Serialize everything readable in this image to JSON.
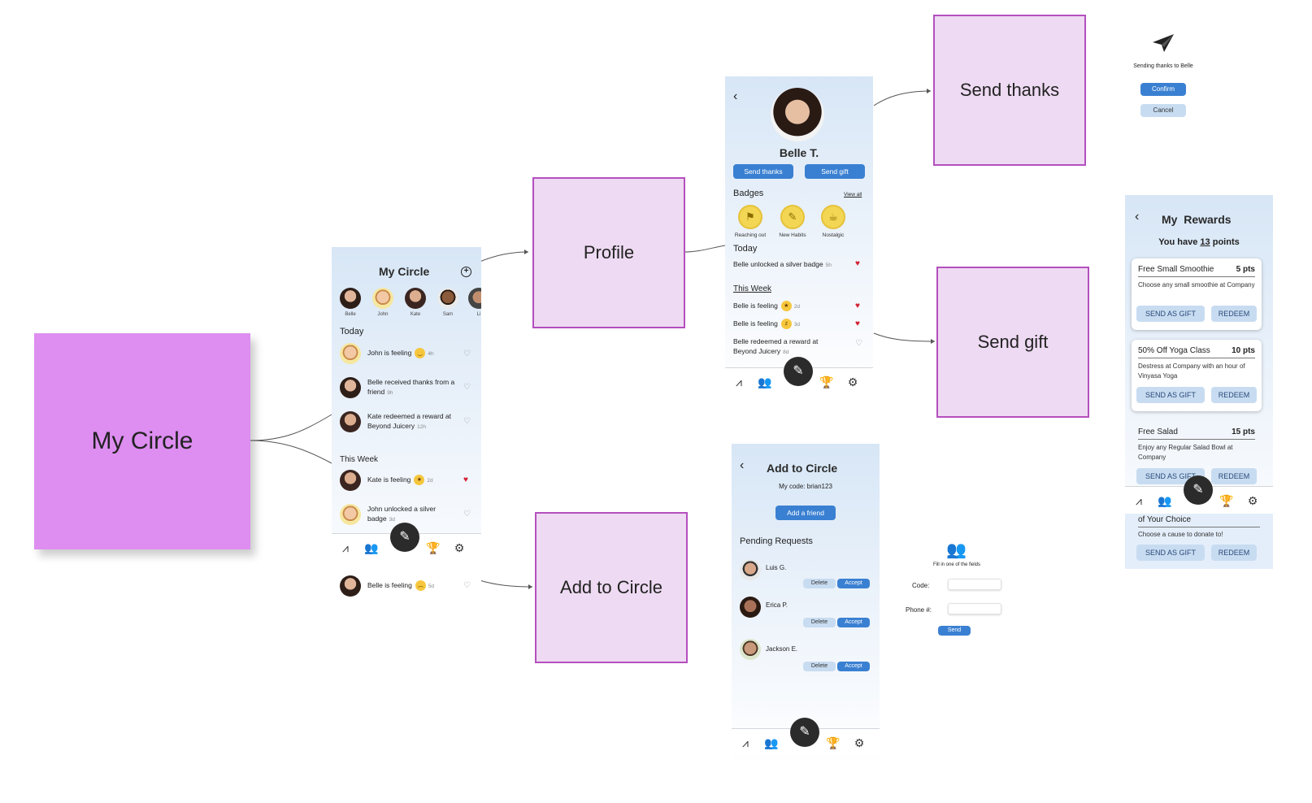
{
  "notes": {
    "my_circle": "My Circle",
    "profile": "Profile",
    "add_to_circle": "Add to Circle",
    "send_thanks": "Send thanks",
    "send_gift": "Send gift"
  },
  "colors": {
    "note_main": "#dd8ef0",
    "note_pale": "#eedaf2",
    "note_border": "#b44fbf",
    "accent_blue": "#3a80d2",
    "light_blue": "#c8dcf1",
    "badge_yellow": "#f3d653"
  },
  "circle": {
    "title": "My Circle",
    "add_icon": "plus-circle-icon",
    "friends": [
      "Belle",
      "John",
      "Kate",
      "Sam",
      "Li"
    ],
    "today_label": "Today",
    "week_label": "This Week",
    "today": [
      {
        "text": "John is feeling",
        "time": "4h",
        "emoji": "relieved-face-icon"
      },
      {
        "text": "Belle received thanks from a friend",
        "time": "9h"
      },
      {
        "text": "Kate redeemed a reward at Beyond Juicery",
        "time": "12h"
      }
    ],
    "week": [
      {
        "text": "Kate is feeling",
        "time": "2d",
        "emoji": "star-struck-face-icon"
      },
      {
        "text": "John unlocked a silver badge",
        "time": "3d"
      }
    ],
    "extra": {
      "text": "Belle is feeling",
      "time": "5d",
      "emoji": "worried-face-icon"
    }
  },
  "profile": {
    "name": "Belle T.",
    "send_thanks": "Send thanks",
    "send_gift": "Send gift",
    "badges_label": "Badges",
    "view_all": "View all",
    "badges": [
      "Reaching out",
      "New Habits",
      "Nostalgic"
    ],
    "today_label": "Today",
    "today": [
      {
        "text": "Belle unlocked a silver badge",
        "time": "5h"
      }
    ],
    "week_label": "This Week",
    "week": [
      {
        "text": "Belle is feeling",
        "time": "2d",
        "emoji": "star-struck-face-icon"
      },
      {
        "text": "Belle is feeling",
        "time": "3d",
        "emoji": "sleepy-face-icon"
      },
      {
        "text": "Belle redeemed a reward at Beyond Juicery",
        "time": "8d"
      }
    ]
  },
  "add_circle": {
    "title": "Add to Circle",
    "code_line": "My code: brian123",
    "add_friend": "Add a friend",
    "pending_label": "Pending Requests",
    "requests": [
      "Luis G.",
      "Erica P.",
      "Jackson E."
    ],
    "delete": "Delete",
    "accept": "Accept"
  },
  "fill_form": {
    "icon": "people-icon",
    "hint": "Fill in one of the fields",
    "code_label": "Code:",
    "phone_label": "Phone #:",
    "send": "Send"
  },
  "thanks_dialog": {
    "icon": "paper-plane-icon",
    "message": "Sending thanks to Belle",
    "confirm": "Confirm",
    "cancel": "Cancel"
  },
  "rewards": {
    "title": "My  Rewards",
    "points_prefix": "You have",
    "points": "13",
    "points_suffix": "points",
    "send_as_gift": "SEND AS GIFT",
    "redeem": "REDEEM",
    "items": [
      {
        "name": "Free Small Smoothie",
        "pts": "5 pts",
        "desc": "Choose any small smoothie at Company"
      },
      {
        "name": "50% Off Yoga Class",
        "pts": "10 pts",
        "desc": "Destress at Company with an hour of Vinyasa Yoga"
      },
      {
        "name": "Free Salad",
        "pts": "15 pts",
        "desc": "Enjoy any Regular Salad Bowl at Company"
      },
      {
        "name": "of Your Choice",
        "pts": "",
        "desc": "Choose a cause to donate to!"
      }
    ]
  },
  "navbar": {
    "icons": [
      "trend-chart-icon",
      "friends-icon",
      "pencil-icon",
      "trophy-icon",
      "gear-icon"
    ]
  }
}
